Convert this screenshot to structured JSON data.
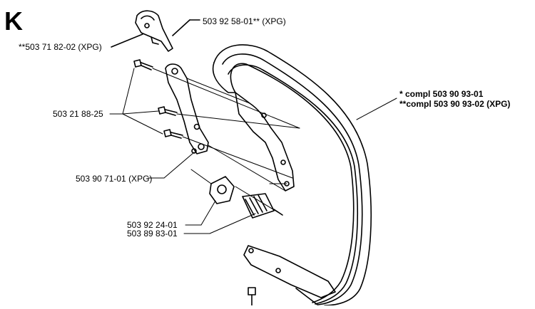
{
  "section_letter": "K",
  "callouts": {
    "trigger_part": "503 92 58-01** (XPG)",
    "trigger_alt": "**503 71 82-02 (XPG)",
    "screws": "503 21 88-25",
    "bracket": "503 90 71-01 (XPG)",
    "plate": "503 92 24-01",
    "spring": "503 89 83-01",
    "handle_line1": "*  compl 503 90 93-01",
    "handle_line2": "**compl 503 90 93-02 (XPG)"
  },
  "colors": {
    "line": "#000000",
    "background": "#ffffff"
  }
}
